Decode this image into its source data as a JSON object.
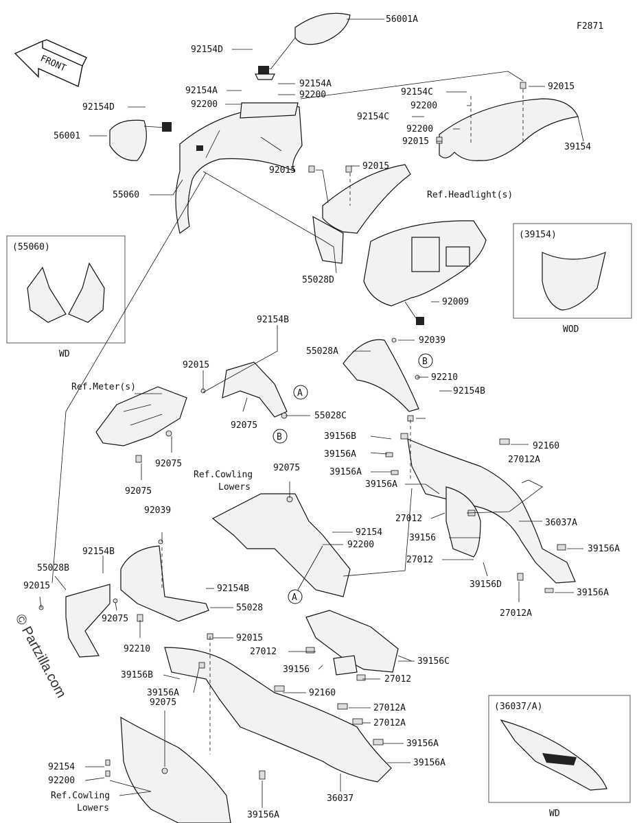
{
  "figure_code": "F2871",
  "front_arrow": "FRONT",
  "watermark": "© Partzilla.com",
  "labels": {
    "l56001A": "56001A",
    "l92154D_a": "92154D",
    "l92154A_a": "92154A",
    "l92154A_b": "92154A",
    "l92200_a": "92200",
    "l92200_b": "92200",
    "l92154D_b": "92154D",
    "l56001": "56001",
    "l55060": "55060",
    "l92154C_a": "92154C",
    "l92015_a": "92015",
    "l92200_c": "92200",
    "l92154C_b": "92154C",
    "l92200_d": "92200",
    "l92015_b": "92015",
    "l39154": "39154",
    "l92015_c": "92015",
    "l92015_d": "92015",
    "l_ref_headlight": "Ref.Headlight(s)",
    "l55028D": "55028D",
    "l92009": "92009",
    "l92154B_a": "92154B",
    "l55028A": "55028A",
    "l92039_a": "92039",
    "l92210_a": "92210",
    "l92154B_b": "92154B",
    "l92015_e": "92015",
    "l_ref_meter": "Ref.Meter(s)",
    "l92075_a": "92075",
    "l55028C": "55028C",
    "l92075_b": "92075",
    "l92075_c": "92075",
    "l39156B_a": "39156B",
    "l39156A_a": "39156A",
    "l39156A_b": "39156A",
    "l39156A_c": "39156A",
    "l92160_a": "92160",
    "l27012A_a": "27012A",
    "l36037A": "36037A",
    "l27012_a": "27012",
    "l39156_a": "39156",
    "l27012_b": "27012",
    "l39156D": "39156D",
    "l39156A_d": "39156A",
    "l39156A_e": "39156A",
    "l27012A_b": "27012A",
    "l_ref_cowling_1": "Ref.Cowling",
    "l_lowers_1": "Lowers",
    "l92075_d": "92075",
    "l92154_a": "92154",
    "l92200_e": "92200",
    "l92039_b": "92039",
    "l92154B_c": "92154B",
    "l55028B": "55028B",
    "l92015_f": "92015",
    "l92075_e": "92075",
    "l92154B_d": "92154B",
    "l55028": "55028",
    "l92210_b": "92210",
    "l92015_g": "92015",
    "l27012_c": "27012",
    "l39156_b": "39156",
    "l27012_d": "27012",
    "l39156C": "39156C",
    "l39156B_b": "39156B",
    "l39156A_f": "39156A",
    "l92160_b": "92160",
    "l27012A_c": "27012A",
    "l27012A_d": "27012A",
    "l92075_f": "92075",
    "l92154_b": "92154",
    "l92200_f": "92200",
    "l39156A_g": "39156A",
    "l39156A_h": "39156A",
    "l_ref_cowling_2": "Ref.Cowling",
    "l_lowers_2": "Lowers",
    "l39156A_i": "39156A",
    "l36037": "36037"
  },
  "callouts": {
    "a1": "A",
    "a2": "A",
    "b1": "B",
    "b2": "B"
  },
  "insets": {
    "inset_55060": {
      "title": "(55060)",
      "caption": "WD"
    },
    "inset_39154": {
      "title": "(39154)",
      "caption": "WOD"
    },
    "inset_36037": {
      "title": "(36037/A)",
      "caption": "WD"
    }
  }
}
